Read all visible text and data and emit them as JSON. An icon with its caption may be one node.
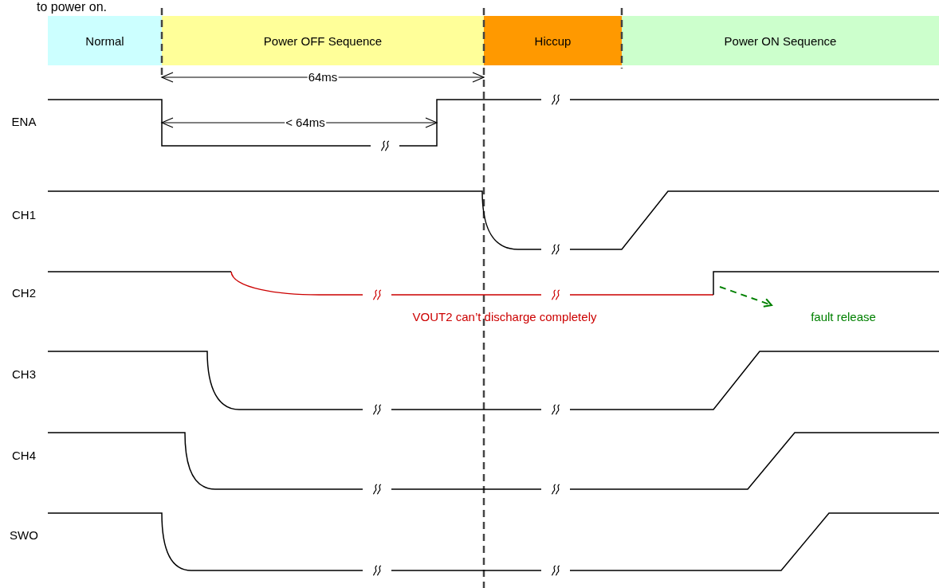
{
  "diagram": {
    "nodes": [
      {
        "text": [
          "Normal"
        ]
      },
      {
        "text": [
          "Power OFF Sequence"
        ]
      },
      {
        "text": [
          "Hiccup"
        ]
      },
      {
        "text": [
          "Power ON Sequence"
        ]
      },
      {
        "text": [
          "fault release"
        ]
      }
    ],
    "edges": [
      {
        "from": null,
        "to": 4,
        "arrow": "to",
        "style": "dashed",
        "color": "#008000"
      }
    ],
    "labels": [
      "to power on.",
      "64ms",
      "ENA",
      "< 64ms",
      "CH1",
      "CH2",
      "VOUT2 can’t discharge completely",
      "CH3",
      "CH4",
      "SWO"
    ]
  }
}
